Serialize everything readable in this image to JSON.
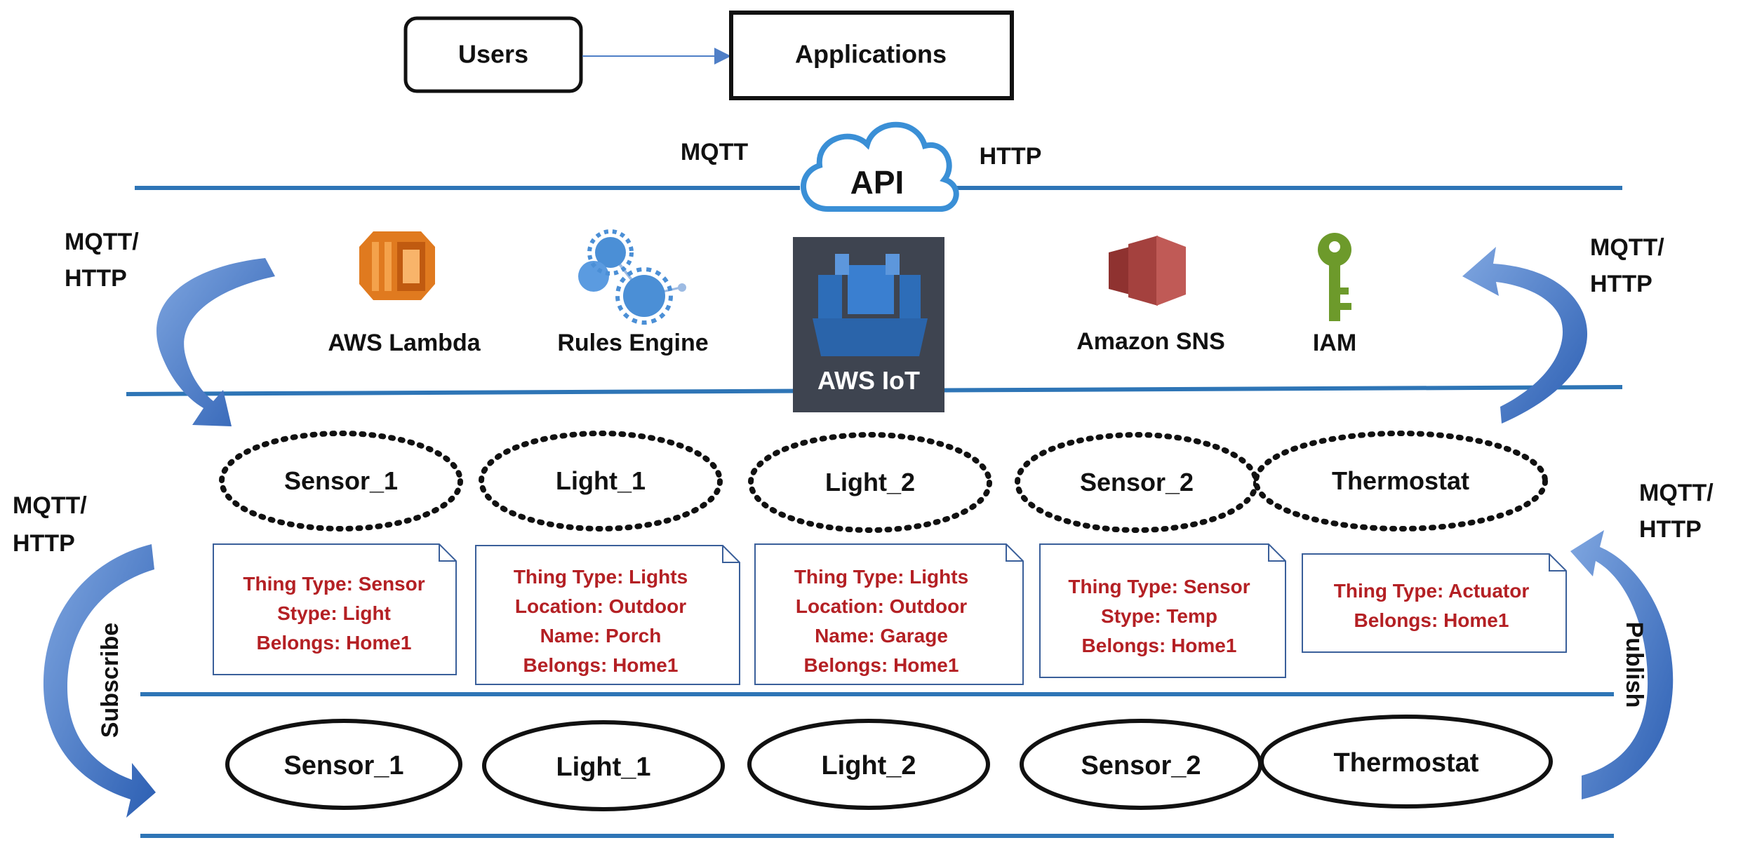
{
  "header": {
    "users_label": "Users",
    "applications_label": "Applications"
  },
  "cloud": {
    "protocol_left": "MQTT",
    "protocol_right": "HTTP",
    "api_label": "API"
  },
  "services": [
    {
      "name": "AWS Lambda",
      "icon": "lambda-icon",
      "color": "#e07a1f"
    },
    {
      "name": "Rules Engine",
      "icon": "rules-engine-icon",
      "color": "#4b8fd6"
    },
    {
      "name": "Amazon SNS",
      "icon": "sns-icon",
      "color": "#a4413e"
    },
    {
      "name": "IAM",
      "icon": "key-icon",
      "color": "#6d9a2b"
    }
  ],
  "aws_iot": {
    "label": "AWS IoT",
    "icon": "aws-iot-icon",
    "bg_color": "#3e4450",
    "icon_color": "#2d6db8"
  },
  "side_labels": {
    "upper_left_line1": "MQTT/",
    "upper_left_line2": "HTTP",
    "upper_right_line1": "MQTT/",
    "upper_right_line2": "HTTP",
    "lower_left_line1": "MQTT/",
    "lower_left_line2": "HTTP",
    "lower_right_line1": "MQTT/",
    "lower_right_line2": "HTTP",
    "subscribe": "Subscribe",
    "publish": "Publish"
  },
  "shadows": [
    {
      "name": "Sensor_1",
      "attributes": [
        "Thing Type: Sensor",
        "Stype: Light",
        "Belongs: Home1"
      ]
    },
    {
      "name": "Light_1",
      "attributes": [
        "Thing Type: Lights",
        "Location: Outdoor",
        "Name: Porch",
        "Belongs: Home1"
      ]
    },
    {
      "name": "Light_2",
      "attributes": [
        "Thing Type: Lights",
        "Location: Outdoor",
        "Name: Garage",
        "Belongs: Home1"
      ]
    },
    {
      "name": "Sensor_2",
      "attributes": [
        "Thing Type: Sensor",
        "Stype: Temp",
        "Belongs: Home1"
      ]
    },
    {
      "name": "Thermostat",
      "attributes": [
        "Thing Type: Actuator",
        "Belongs: Home1"
      ]
    }
  ],
  "devices": [
    {
      "name": "Sensor_1"
    },
    {
      "name": "Light_1"
    },
    {
      "name": "Light_2"
    },
    {
      "name": "Sensor_2"
    },
    {
      "name": "Thermostat"
    }
  ],
  "colors": {
    "line_blue": "#2e75b6",
    "arrow_blue": "#3f72c4",
    "attribute_red": "#b42024",
    "text": "#111111"
  }
}
